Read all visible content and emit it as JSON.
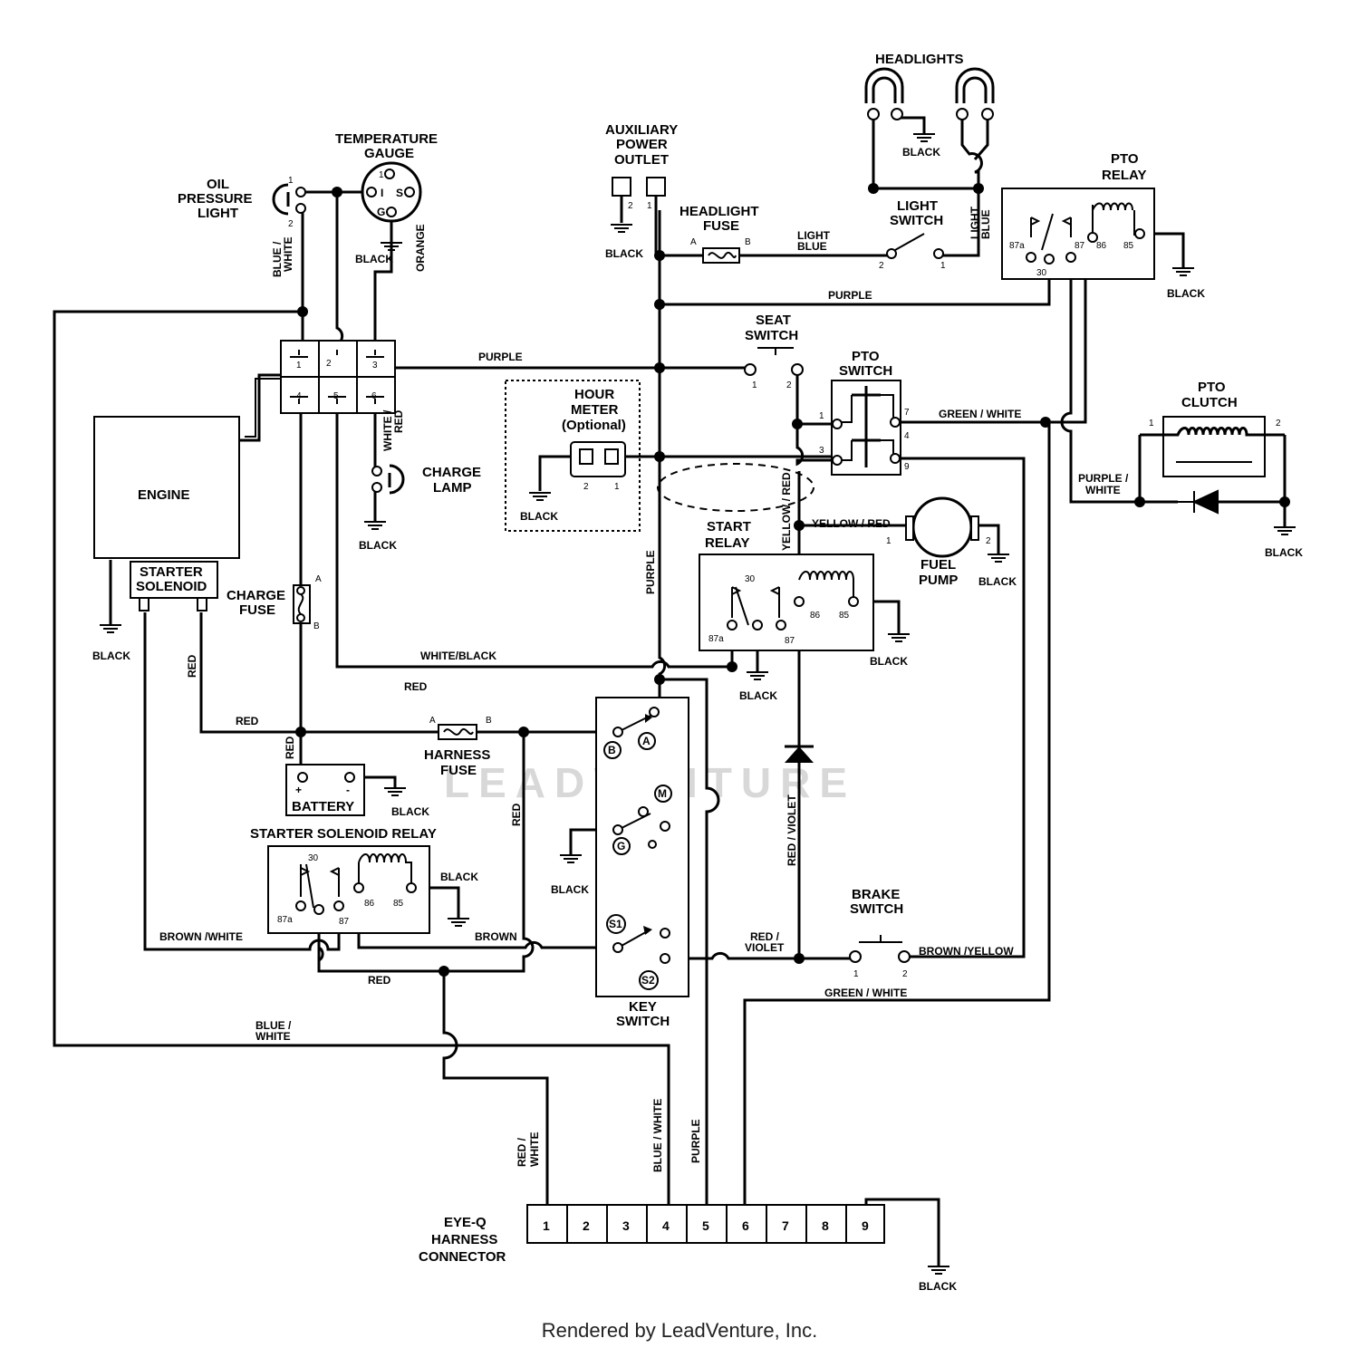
{
  "labels": {
    "headlights": "HEADLIGHTS",
    "temperature_gauge": [
      "TEMPERATURE",
      "GAUGE"
    ],
    "oil_pressure_light": [
      "OIL",
      "PRESSURE",
      "LIGHT"
    ],
    "auxiliary_power_outlet": [
      "AUXILIARY",
      "POWER",
      "OUTLET"
    ],
    "headlight_fuse": [
      "HEADLIGHT",
      "FUSE"
    ],
    "light_switch": [
      "LIGHT",
      "SWITCH"
    ],
    "pto_relay": [
      "PTO",
      "RELAY"
    ],
    "seat_switch": [
      "SEAT",
      "SWITCH"
    ],
    "pto_switch": [
      "PTO",
      "SWITCH"
    ],
    "pto_clutch": [
      "PTO",
      "CLUTCH"
    ],
    "hour_meter": [
      "HOUR",
      "METER",
      "(Optional)"
    ],
    "charge_lamp": [
      "CHARGE",
      "LAMP"
    ],
    "engine": "ENGINE",
    "starter_solenoid": [
      "STARTER",
      "SOLENOID"
    ],
    "charge_fuse": [
      "CHARGE",
      "FUSE"
    ],
    "start_relay": [
      "START",
      "RELAY"
    ],
    "fuel_pump": [
      "FUEL",
      "PUMP"
    ],
    "harness_fuse": [
      "HARNESS",
      "FUSE"
    ],
    "battery": "BATTERY",
    "starter_solenoid_relay": "STARTER SOLENOID RELAY",
    "key_switch": [
      "KEY",
      "SWITCH"
    ],
    "brake_switch": [
      "BRAKE",
      "SWITCH"
    ],
    "eye_q_harness_connector": [
      "EYE-Q",
      "HARNESS",
      "CONNECTOR"
    ]
  },
  "wires": {
    "black": "BLACK",
    "blue_white": [
      "BLUE /",
      "WHITE"
    ],
    "orange": "ORANGE",
    "light_blue": [
      "LIGHT",
      "BLUE"
    ],
    "purple": "PURPLE",
    "green_white": "GREEN / WHITE",
    "white_red": [
      "WHITE /",
      "RED"
    ],
    "purple_white": [
      "PURPLE /",
      "WHITE"
    ],
    "yellow_red": "YELLOW / RED",
    "white_black": "WHITE/BLACK",
    "red": "RED",
    "brown_white": "BROWN /WHITE",
    "brown": "BROWN",
    "red_violet": "RED / VIOLET",
    "red_violet_stacked": [
      "RED /",
      "VIOLET"
    ],
    "brown_yellow": "BROWN /YELLOW",
    "blue_white_slash": "BLUE / WHITE",
    "red_white": [
      "RED /",
      "WHITE"
    ]
  },
  "pins": {
    "p1": "1",
    "p2": "2",
    "p3": "3",
    "p4": "4",
    "p5": "5",
    "p6": "6",
    "p7": "7",
    "p9": "9",
    "a": "A",
    "b": "B",
    "r30": "30",
    "r85": "85",
    "r86": "86",
    "r87": "87",
    "r87a": "87a",
    "gauge_i": "I",
    "gauge_s": "S",
    "gauge_g": "G",
    "plus": "+",
    "minus": "-"
  },
  "key_switch_terminals": [
    "B",
    "A",
    "M",
    "G",
    "S1",
    "S2"
  ],
  "connector_pins": [
    "1",
    "2",
    "3",
    "4",
    "5",
    "6",
    "7",
    "8",
    "9"
  ],
  "watermark": "LEADVENTURE",
  "footer": "Rendered by LeadVenture, Inc."
}
